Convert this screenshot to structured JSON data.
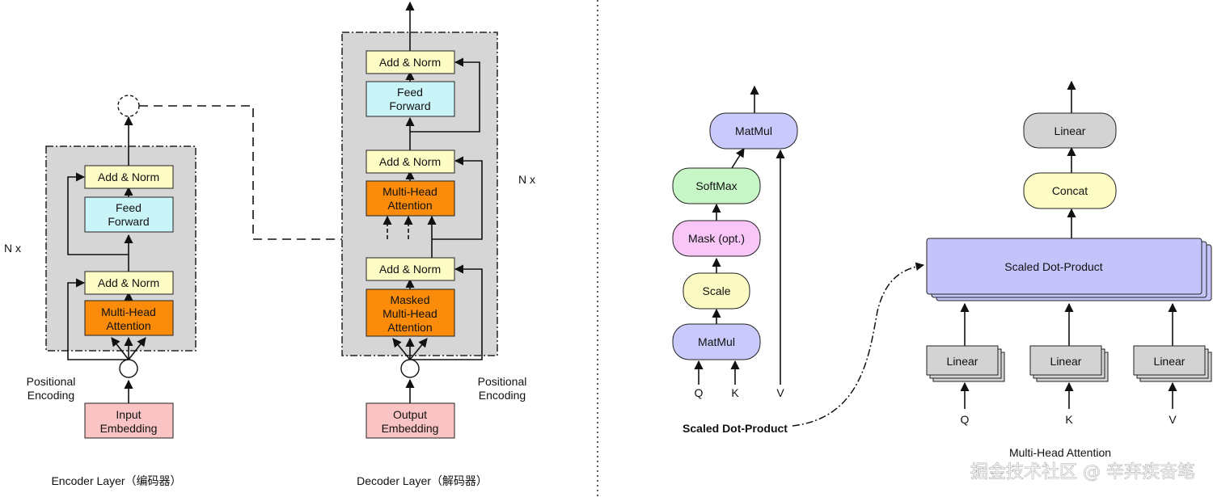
{
  "colors": {
    "add_norm": "#fcfcc4",
    "feed_forward": "#c9f4f8",
    "attention": "#fb8b0a",
    "embedding": "#fac4c4",
    "block_bg": "#d6d6d6",
    "matmul": "#c9c9fb",
    "softmax": "#c7f7c7",
    "mask": "#f8c7f8",
    "scale": "#fbfbc3",
    "linear": "#d3d3d3",
    "concat": "#fcfcc4",
    "scaled_dot_product": "#c4c4fb"
  },
  "encoder": {
    "add_norm_top": "Add & Norm",
    "feed_forward": [
      "Feed",
      "Forward"
    ],
    "add_norm_bottom": "Add & Norm",
    "attention": [
      "Multi-Head",
      "Attention"
    ],
    "embedding": [
      "Input",
      "Embedding"
    ],
    "positional": [
      "Positional",
      "Encoding"
    ],
    "repeat": "N x",
    "caption": "Encoder Layer（编码器）"
  },
  "decoder": {
    "add_norm_top": "Add & Norm",
    "feed_forward": [
      "Feed",
      "Forward"
    ],
    "add_norm_mid": "Add & Norm",
    "attention": [
      "Multi-Head",
      "Attention"
    ],
    "add_norm_bottom": "Add & Norm",
    "masked_attention": [
      "Masked",
      "Multi-Head",
      "Attention"
    ],
    "embedding": [
      "Output",
      "Embedding"
    ],
    "positional": [
      "Positional",
      "Encoding"
    ],
    "repeat": "N x",
    "caption": "Decoder Layer（解码器）"
  },
  "sdp": {
    "matmul_top": "MatMul",
    "softmax": "SoftMax",
    "mask": "Mask (opt.)",
    "scale": "Scale",
    "matmul_bottom": "MatMul",
    "q": "Q",
    "k": "K",
    "v": "V",
    "caption": "Scaled Dot-Product"
  },
  "mha": {
    "linear_top": "Linear",
    "concat": "Concat",
    "scaled_dot_product": "Scaled Dot-Product",
    "linear_q": "Linear",
    "linear_k": "Linear",
    "linear_v": "Linear",
    "q": "Q",
    "k": "K",
    "v": "V",
    "caption": "Multi-Head Attention"
  },
  "watermark": "掘金技术社区 @ 辛弃疾奋笔"
}
